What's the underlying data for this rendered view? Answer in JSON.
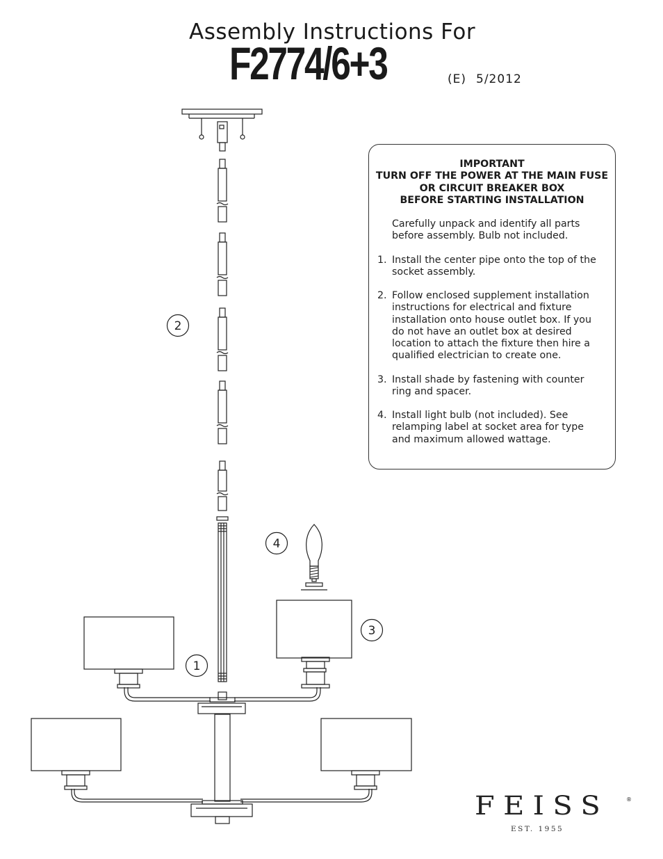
{
  "header": {
    "title": "Assembly Instructions For",
    "model": "F2774/6+3",
    "revision": "(E)",
    "date": "5/2012"
  },
  "important": {
    "lines": [
      "IMPORTANT",
      "TURN OFF THE POWER AT THE MAIN FUSE",
      "OR CIRCUIT BREAKER BOX",
      "BEFORE STARTING INSTALLATION"
    ]
  },
  "instructions": [
    {
      "num": "",
      "text": "Carefully unpack and identify all parts\nbefore assembly.  Bulb not included."
    },
    {
      "num": "1.",
      "text": "Install the center pipe onto the top of  the\nsocket assembly."
    },
    {
      "num": "2.",
      "text": "Follow enclosed supplement installation\ninstructions for electrical and fixture\ninstallation onto house outlet box. If  you\ndo not have an outlet box at desired\nlocation to attach the fixture then hire a\nqualified electrician to create one."
    },
    {
      "num": "3.",
      "text": "Install shade by fastening with counter\nring and spacer."
    },
    {
      "num": "4.",
      "text": "Install light bulb (not included). See\nrelamping label at socket area for type\nand maximum allowed wattage."
    }
  ],
  "callouts": {
    "c1": "1",
    "c2": "2",
    "c3": "3",
    "c4": "4"
  },
  "brand": {
    "name": "FEISS",
    "registered": "®",
    "established": "EST. 1955"
  }
}
